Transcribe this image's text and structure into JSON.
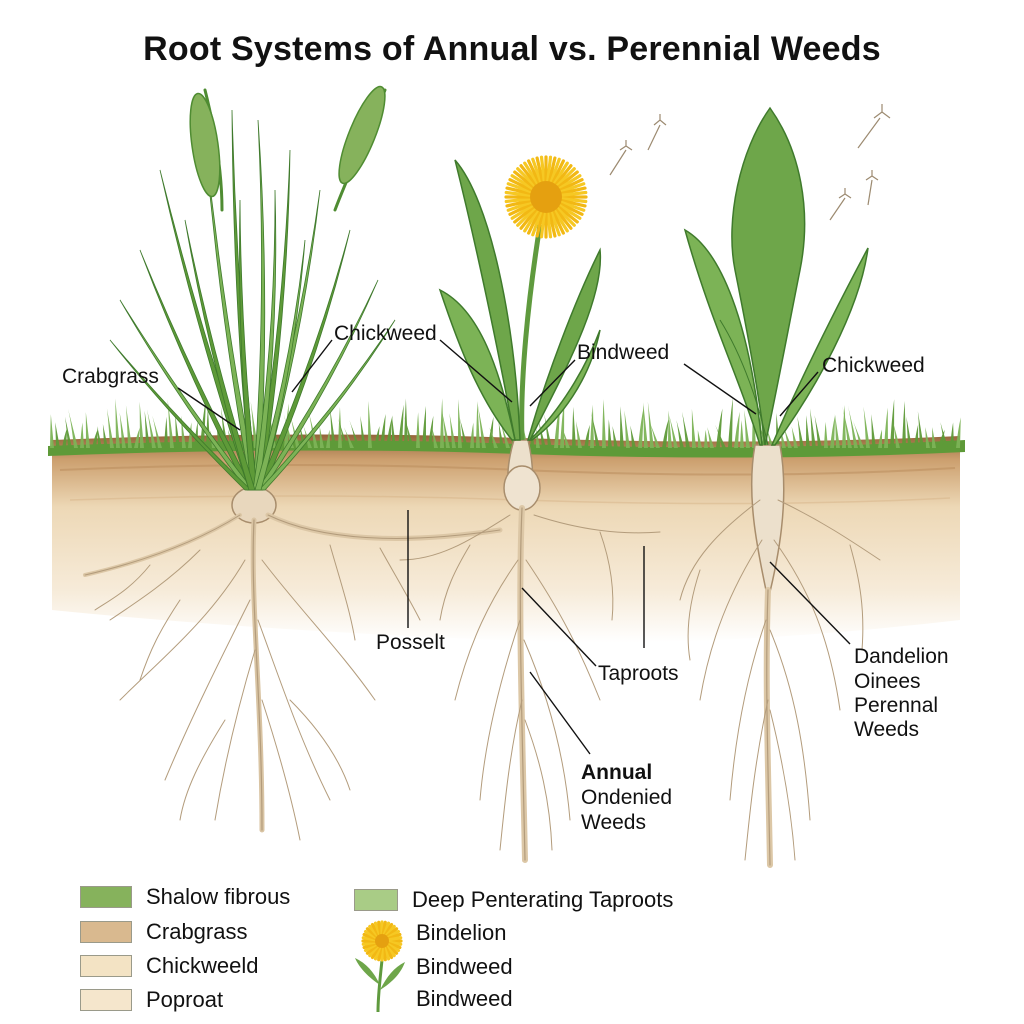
{
  "title": "Root Systems of Annual vs. Perennial Weeds",
  "labels": {
    "crabgrass": "Crabgrass",
    "chickweed_left": "Chickweed",
    "bindweed": "Bindweed",
    "chickweed_right": "Chickweed",
    "posselt": "Posselt",
    "taproots": "Taproots",
    "annual_line1": "Annual",
    "annual_line2": "Ondenied",
    "annual_line3": "Weeds",
    "dandelion_line1": "Dandelion",
    "dandelion_line2": "Oinees",
    "dandelion_line3": "Perennal",
    "dandelion_line4": "Weeds"
  },
  "legend": {
    "left": [
      {
        "text": "Shalow fibrous",
        "color": "#86b25c"
      },
      {
        "text": "Crabgrass",
        "color": "#d9b98f"
      },
      {
        "text": "Chickweeld",
        "color": "#f3e3c4"
      },
      {
        "text": "Poproat",
        "color": "#f5e6cc"
      }
    ],
    "right_swatch": {
      "text": "Deep Penterating Taproots",
      "color": "#a9cc86"
    },
    "right_items": [
      "Bindelion",
      "Bindweed",
      "Bindweed"
    ]
  },
  "colors": {
    "grass": "#5e9a38",
    "soil_top": "#9c6a3c",
    "soil": "#ead2ad",
    "root": "#e2ceb0",
    "root_edge": "#a88d6c",
    "leaf": "#6ea64a",
    "leaf_dark": "#3f7a2c",
    "flower": "#f2c21c"
  }
}
